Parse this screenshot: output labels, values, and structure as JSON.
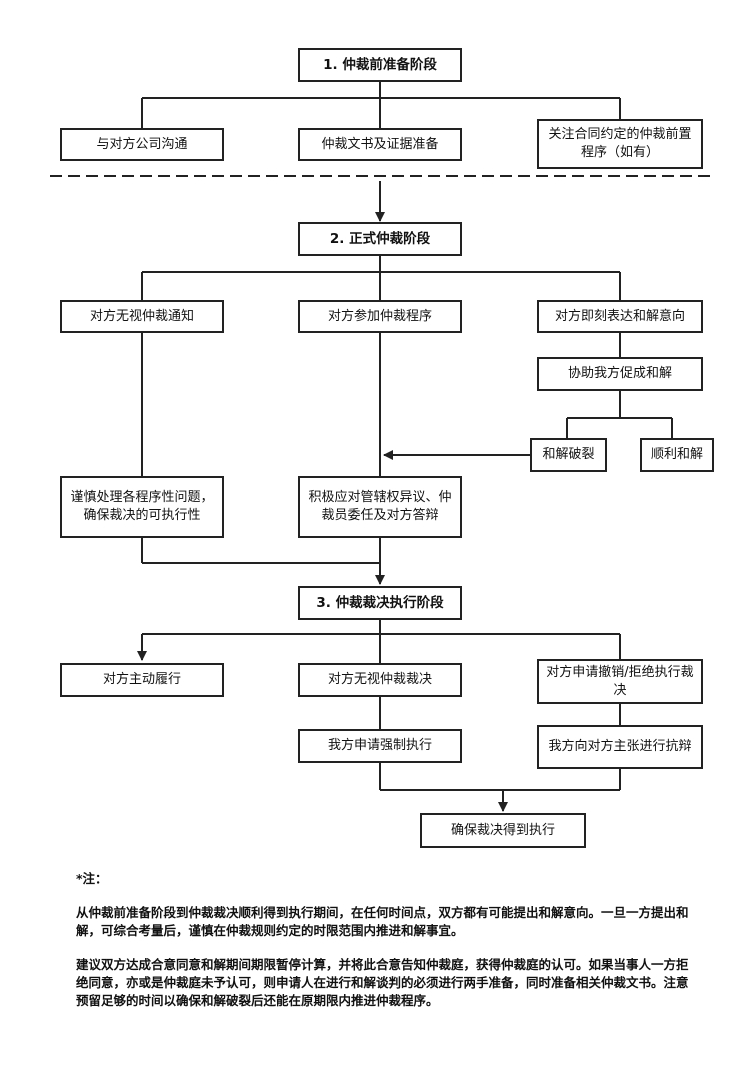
{
  "stages": {
    "s1": "1. 仲裁前准备阶段",
    "s2": "2. 正式仲裁阶段",
    "s3": "3. 仲裁裁决执行阶段"
  },
  "stage1": {
    "communicate": "与对方公司沟通",
    "prepare_docs": "仲裁文书及证据准备",
    "pre_procedure": "关注合同约定的仲裁前置程序（如有）"
  },
  "stage2": {
    "ignore_notice": "对方无视仲裁通知",
    "join_procedure": "对方参加仲裁程序",
    "settle_intent": "对方即刻表达和解意向",
    "assist_settle": "协助我方促成和解",
    "settle_fail": "和解破裂",
    "settle_ok": "顺利和解",
    "careful_handle": "谨慎处理各程序性问题，确保裁决的可执行性",
    "respond": "积极应对管辖权异议、仲裁员委任及对方答辩"
  },
  "stage3": {
    "comply": "对方主动履行",
    "ignore_award": "对方无视仲裁裁决",
    "revoke": "对方申请撤销/拒绝执行裁决",
    "enforce": "我方申请强制执行",
    "counter": "我方向对方主张进行抗辩",
    "ensure": "确保裁决得到执行"
  },
  "notes": {
    "title": "*注：",
    "para1": "从仲裁前准备阶段到仲裁裁决顺利得到执行期间，在任何时间点，双方都有可能提出和解意向。一旦一方提出和解，可综合考量后，谨慎在仲裁规则约定的时限范围内推进和解事宜。",
    "para2": "建议双方达成合意同意和解期间期限暂停计算，并将此合意告知仲裁庭，获得仲裁庭的认可。如果当事人一方拒绝同意，亦或是仲裁庭未予认可，则申请人在进行和解谈判的必须进行两手准备，同时准备相关仲裁文书。注意预留足够的时间以确保和解破裂后还能在原期限内推进仲裁程序。"
  }
}
